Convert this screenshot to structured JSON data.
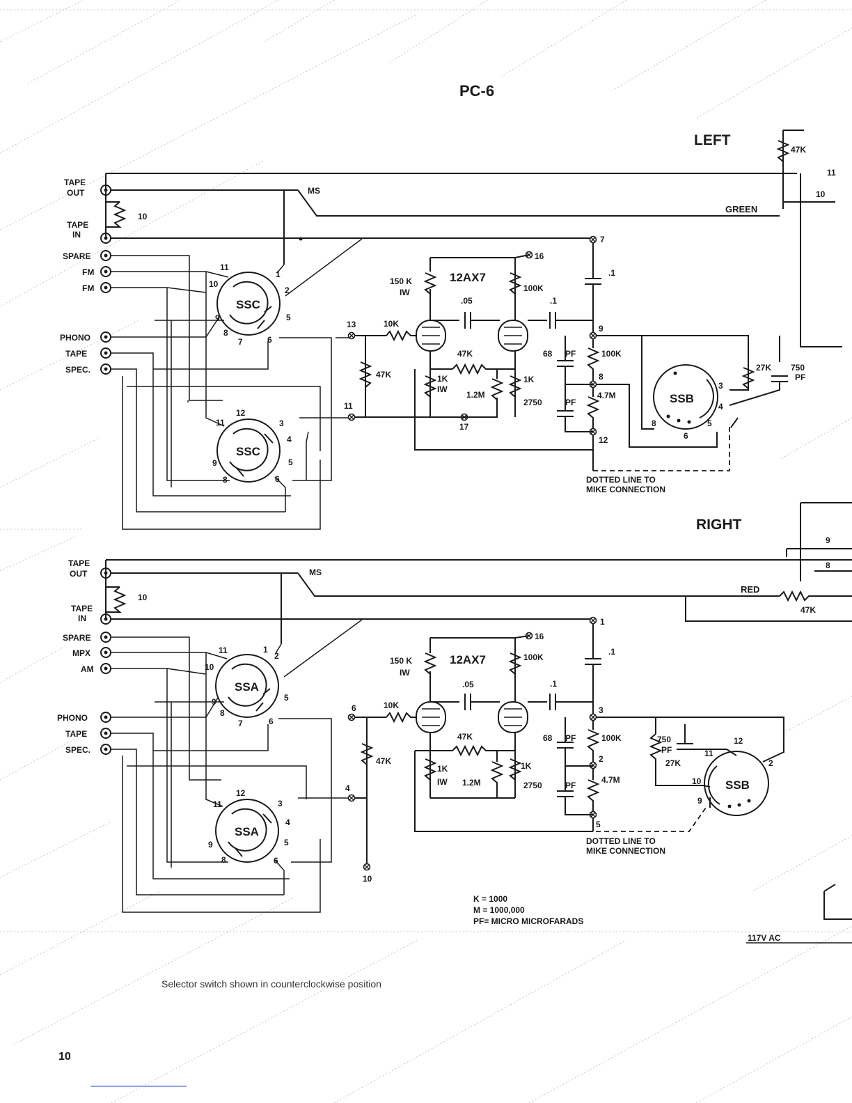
{
  "page": {
    "title": "PC-6",
    "page_number": "10",
    "footnote": "Selector switch shown in counterclockwise position"
  },
  "legend": {
    "k": "K = 1000",
    "m": "M = 1000,000",
    "pf": "PF= MICRO  MICROFARADS"
  },
  "mains": "117V AC",
  "left": {
    "heading": "LEFT",
    "jacks": {
      "tape_out_1": "TAPE",
      "tape_out_2": "OUT",
      "tape_in_1": "TAPE",
      "tape_in_2": "IN",
      "spare": "SPARE",
      "fm1": "FM",
      "fm2": "FM",
      "phono": "PHONO",
      "tape": "TAPE",
      "spec": "SPEC."
    },
    "ms": "MS",
    "r_tape": "10",
    "green": "GREEN",
    "r_top": "47K",
    "pin_10": "10",
    "pin_11": "11",
    "switch_top": {
      "name": "SSC",
      "pins": {
        "p11": "11",
        "p10": "10",
        "p1": "1",
        "p2": "2",
        "p9": "9",
        "p8": "8",
        "p7": "7",
        "p6": "6",
        "p5": "5"
      }
    },
    "switch_bottom": {
      "name": "SSC",
      "pins": {
        "p12": "12",
        "p11": "11",
        "p3": "3",
        "p4": "4",
        "p9": "9",
        "p5": "5",
        "p8": "8",
        "p6": "6"
      }
    },
    "tube": "12AX7",
    "r150k_1": "150 K",
    "r150k_2": "IW",
    "r100k_plate": "100K",
    "c05": ".05",
    "c1a": ".1",
    "c1b": ".1",
    "r10k": "10K",
    "r47k_fb": "47K",
    "r47k_grid": "47K",
    "r1k_a1": "1K",
    "r1k_a2": "IW",
    "r12m": "1.2M",
    "r1k_b": "1K",
    "c68": "68",
    "pf68": "PF",
    "c2750": "2750",
    "pf2750": "PF",
    "r100k_vol": "100K",
    "r47m": "4.7M",
    "t16": "16",
    "t7": "7",
    "t9": "9",
    "t8": "8",
    "t12": "12",
    "t13": "13",
    "t11": "11",
    "t17": "17",
    "r27k": "27K",
    "c750_1": "750",
    "c750_2": "PF",
    "ssb": {
      "name": "SSB",
      "pins": {
        "p3": "3",
        "p4": "4",
        "p5": "5",
        "p6": "6",
        "p8": "8"
      }
    },
    "note_1": "DOTTED LINE TO",
    "note_2": "MIKE  CONNECTION"
  },
  "right": {
    "heading": "RIGHT",
    "jacks": {
      "tape_out_1": "TAPE",
      "tape_out_2": "OUT",
      "tape_in_1": "TAPE",
      "tape_in_2": "IN",
      "spare": "SPARE",
      "mpx": "MPX",
      "am": "AM",
      "phono": "PHONO",
      "tape": "TAPE",
      "spec": "SPEC."
    },
    "ms": "MS",
    "r_tape": "10",
    "red": "RED",
    "r_red": "47K",
    "pin_9": "9",
    "pin_8": "8",
    "switch_top": {
      "name": "SSA",
      "pins": {
        "p11": "11",
        "p10": "10",
        "p1": "1",
        "p2": "2",
        "p9": "9",
        "p8": "8",
        "p7": "7",
        "p6": "6",
        "p5": "5"
      }
    },
    "switch_bottom": {
      "name": "SSA",
      "pins": {
        "p12": "12",
        "p11": "11",
        "p3": "3",
        "p4": "4",
        "p9": "9",
        "p5": "5",
        "p8": "8",
        "p6": "6"
      }
    },
    "tube": "12AX7",
    "r150k_1": "150 K",
    "r150k_2": "IW",
    "r100k_plate": "100K",
    "c05": ".05",
    "c1a": ".1",
    "c1b": ".1",
    "r10k": "10K",
    "r47k_fb": "47K",
    "r47k_grid": "47K",
    "r1k_a1": "1K",
    "r1k_a2": "IW",
    "r12m": "1.2M",
    "r1k_b": "1K",
    "c68": "68",
    "pf68": "PF",
    "c2750": "2750",
    "pf2750": "PF",
    "r100k_vol": "100K",
    "r47m": "4.7M",
    "t16": "16",
    "t1": "1",
    "t3": "3",
    "t2": "2",
    "t5": "5",
    "t6": "6",
    "t4": "4",
    "t10": "10",
    "c750_1": "750",
    "c750_2": "PF",
    "r27k": "27K",
    "ssb": {
      "name": "SSB",
      "pins": {
        "p12": "12",
        "p11": "11",
        "p2": "2",
        "p10": "10",
        "p9": "9"
      }
    },
    "note_1": "DOTTED LINE TO",
    "note_2": "MIKE  CONNECTION"
  }
}
